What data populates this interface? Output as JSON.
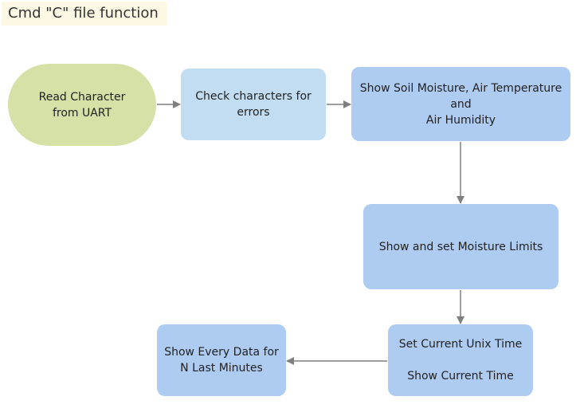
{
  "title": "Cmd \"C\" file function",
  "nodes": {
    "read_uart": "Read Character\nfrom UART",
    "check_errors": "Check characters for\nerrors",
    "show_sensors": "Show Soil Moisture, Air Temperature\nand\nAir Humidity",
    "moisture_limits": "Show and set Moisture Limits",
    "unix_time": "Set Current Unix Time\n\nShow Current Time",
    "show_data": "Show Every Data for\nN Last Minutes"
  },
  "colors": {
    "start_fill": "#d5e1a7",
    "light_step_fill": "#c2ddf2",
    "step_fill": "#aecbf1",
    "arrow": "#7f7f7f",
    "title_highlight": "#fdf8e4"
  }
}
